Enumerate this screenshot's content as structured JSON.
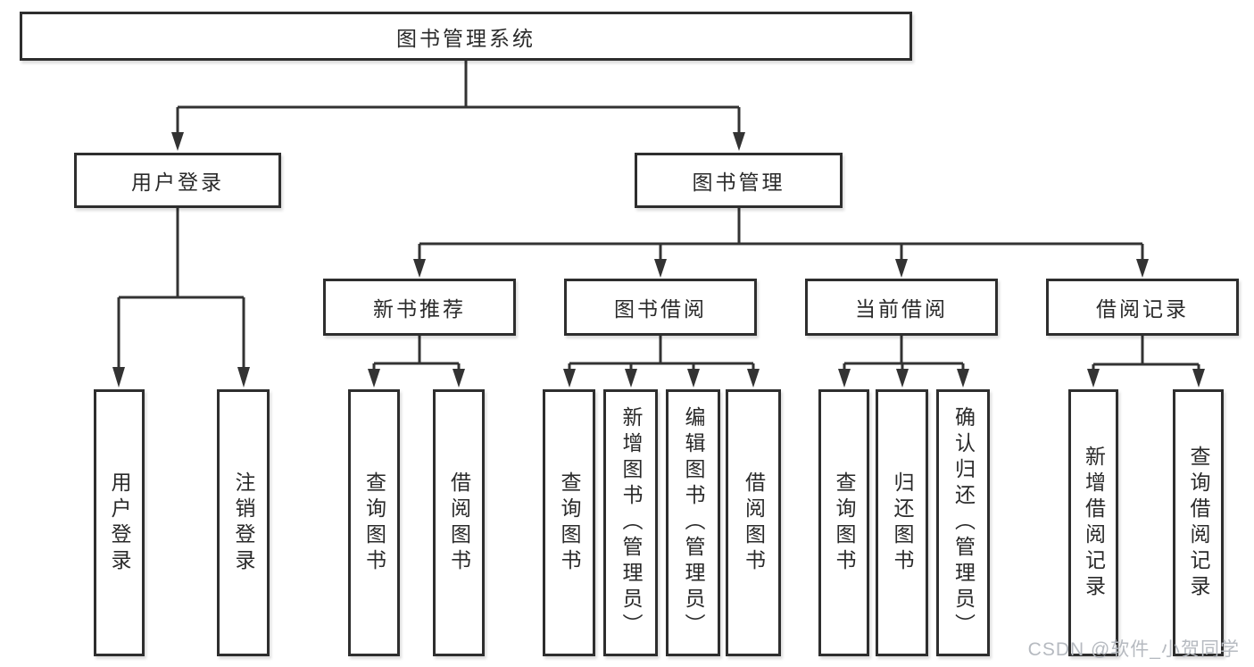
{
  "colors": {
    "line": "#333333",
    "box_border": "#2e2e2e",
    "box_background": "#ffffff",
    "text": "#2a2a2a",
    "watermark": "#b6bac0"
  },
  "tree": {
    "root": {
      "label": "图书管理系统",
      "children": [
        {
          "label": "用户登录",
          "children": [
            {
              "label": "用户登录"
            },
            {
              "label": "注销登录"
            }
          ]
        },
        {
          "label": "图书管理",
          "children": [
            {
              "label": "新书推荐",
              "children": [
                {
                  "label": "查询图书"
                },
                {
                  "label": "借阅图书"
                }
              ]
            },
            {
              "label": "图书借阅",
              "children": [
                {
                  "label": "查询图书"
                },
                {
                  "label": "新增图书（管理员）"
                },
                {
                  "label": "编辑图书（管理员）"
                },
                {
                  "label": "借阅图书"
                }
              ]
            },
            {
              "label": "当前借阅",
              "children": [
                {
                  "label": "查询图书"
                },
                {
                  "label": "归还图书"
                },
                {
                  "label": "确认归还（管理员）"
                }
              ]
            },
            {
              "label": "借阅记录",
              "children": [
                {
                  "label": "新增借阅记录"
                },
                {
                  "label": "查询借阅记录"
                }
              ]
            }
          ]
        }
      ]
    }
  },
  "watermark": {
    "text": "CSDN @软件_小贺同学"
  }
}
